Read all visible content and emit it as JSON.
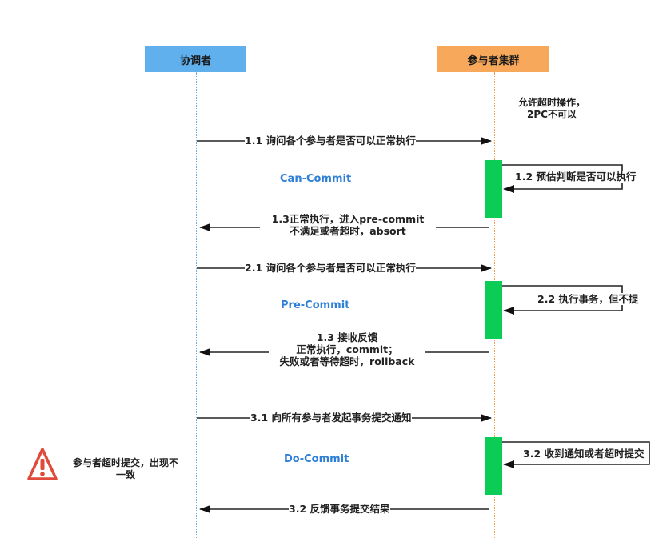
{
  "actors": {
    "coordinator": "协调者",
    "cluster": "参与者集群"
  },
  "cluster_note": [
    "允许超时操作，",
    "2PC不可以"
  ],
  "phases": {
    "can_commit": "Can-Commit",
    "pre_commit": "Pre-Commit",
    "do_commit": "Do-Commit"
  },
  "messages": {
    "m1_1": "1.1 询问各个参与者是否可以正常执行",
    "m1_2": "1.2 预估判断是否可以执行",
    "m1_3": [
      "1.3正常执行，进入pre-commit",
      "不满足或者超时，absort"
    ],
    "m2_1": "2.1 询问各个参与者是否可以正常执行",
    "m2_2": "2.2 执行事务，但不提",
    "m2_3": [
      "1.3 接收反馈",
      "正常执行，commit；",
      "失败或者等待超时，rollback"
    ],
    "m3_1": "3.1 向所有参与者发起事务提交通知",
    "m3_2_self": "3.2 收到通知或者超时提交",
    "m3_2_back": "3.2 反馈事务提交结果"
  },
  "warning": [
    "参与者超时提交，出现不",
    "一致"
  ],
  "colors": {
    "coordinator": "#5fb0ec",
    "cluster": "#f7a85b",
    "activation": "#0bcc54",
    "phase_text": "#2e7fd6",
    "warning": "#e04a3a"
  }
}
